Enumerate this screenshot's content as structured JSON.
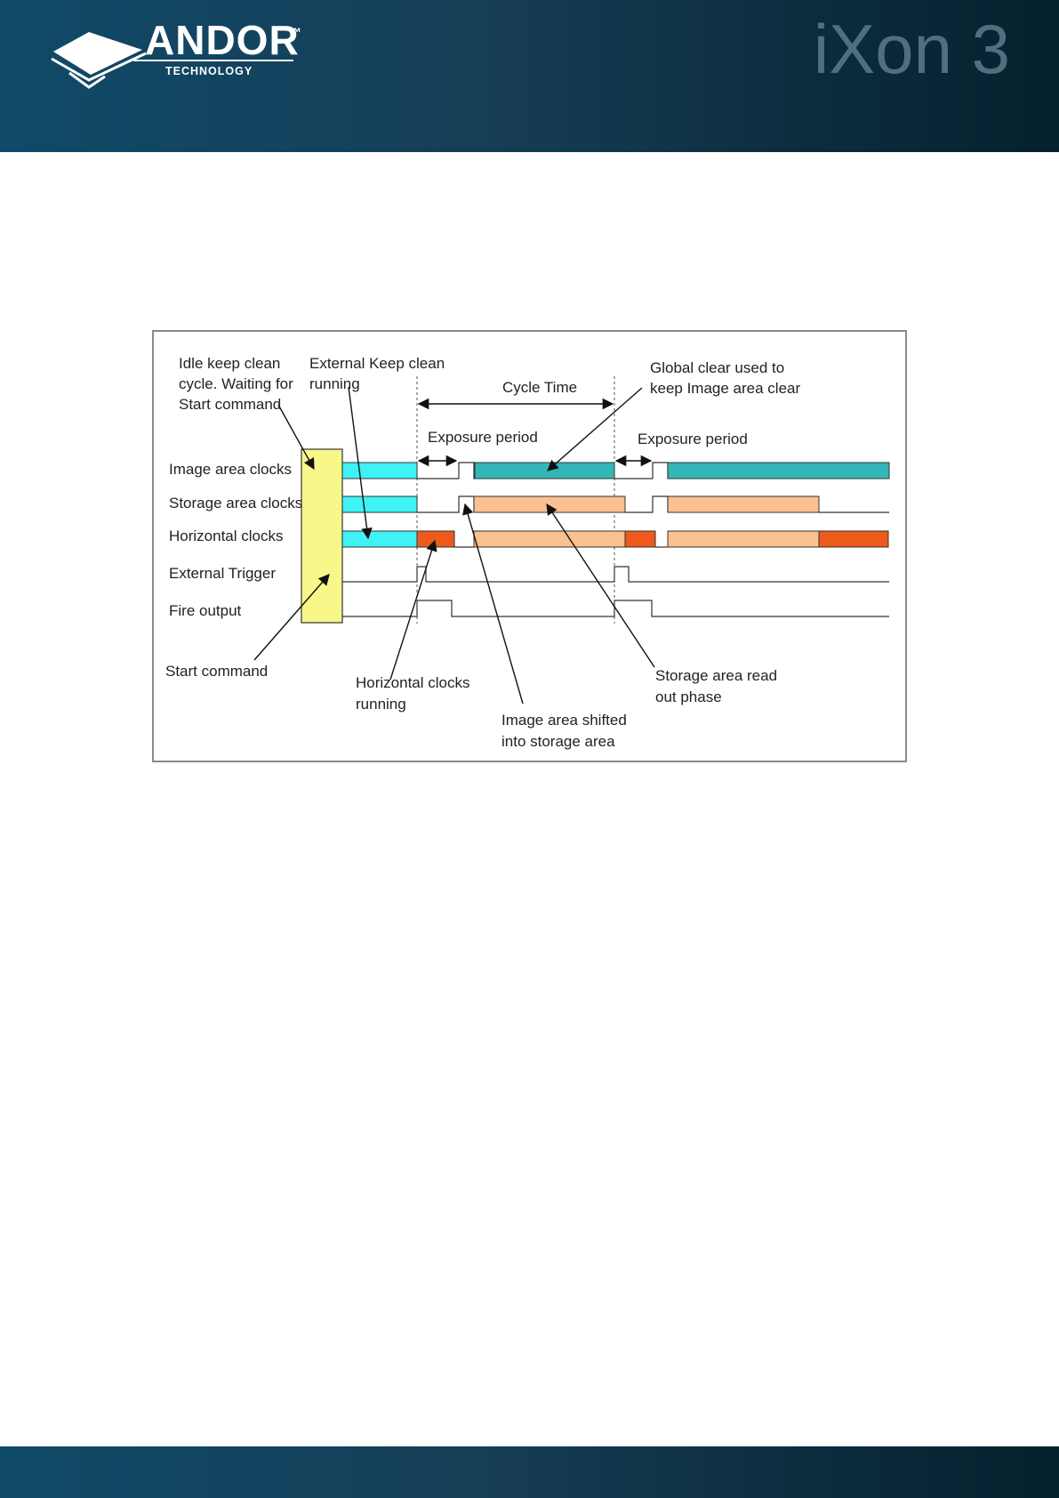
{
  "header": {
    "brand": "ANDOR",
    "brand_tm": "™",
    "brand_sub": "TECHNOLOGY",
    "product": "iXon 3"
  },
  "diagram": {
    "annotations": {
      "idle_1": "Idle keep clean",
      "idle_2": "cycle. Waiting for",
      "idle_3": "Start command",
      "ext_keep_1": "External Keep clean",
      "ext_keep_2": "running",
      "cycle_time": "Cycle Time",
      "global_clear_1": "Global clear used to",
      "global_clear_2": "keep Image area clear",
      "exposure_1": "Exposure period",
      "exposure_2": "Exposure period",
      "start_command": "Start command",
      "horiz_running_1": "Horizontal clocks",
      "horiz_running_2": "running",
      "shifted_1": "Image area shifted",
      "shifted_2": "into storage area",
      "readout_1": "Storage area read",
      "readout_2": "out phase"
    },
    "rows": {
      "image": "Image area clocks",
      "storage": "Storage area clocks",
      "horizontal": "Horizontal clocks",
      "trigger": "External Trigger",
      "fire": "Fire output"
    },
    "colors": {
      "keep_clean": "#3ef2f6",
      "global_clear": "#35b6b6",
      "readout": "#fbc08f",
      "horizontal": "#ee5a1b",
      "start_block": "#f7f78a"
    }
  }
}
